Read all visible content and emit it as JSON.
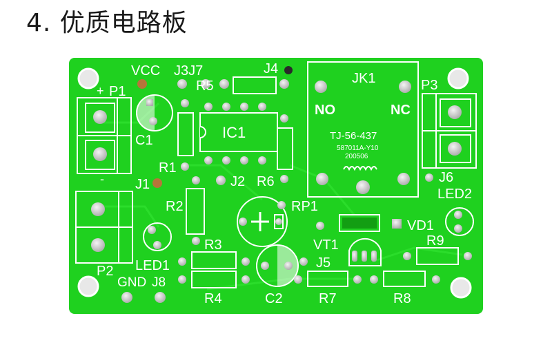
{
  "heading": "4. 优质电路板",
  "colors": {
    "board": "#1fd11f",
    "silkscreen": "#ffffff",
    "pad": "#c9c9c9",
    "copper": "#b8743a"
  },
  "labels": {
    "vcc": "VCC",
    "j3j7": "J3J7",
    "j4": "J4",
    "r5": "R5",
    "p1": "P1",
    "plus1": "+",
    "c1": "C1",
    "ic1": "IC1",
    "r1": "R1",
    "j1": "J1",
    "j2": "J2",
    "r6": "R6",
    "minus1": "-",
    "r2": "R2",
    "rp1": "RP1",
    "r3": "R3",
    "led1": "LED1",
    "p2": "P2",
    "gnd": "GND",
    "j8": "J8",
    "r4": "R4",
    "c2": "C2",
    "r7": "R7",
    "r8": "R8",
    "j5": "J5",
    "vt1": "VT1",
    "r9": "R9",
    "vd1": "VD1",
    "led2": "LED2",
    "j6": "J6",
    "p3": "P3",
    "jk1": "JK1",
    "no": "NO",
    "nc": "NC",
    "relay_model": "TJ-56-437",
    "relay_code": "587011A-Y10",
    "relay_date": "200506"
  }
}
